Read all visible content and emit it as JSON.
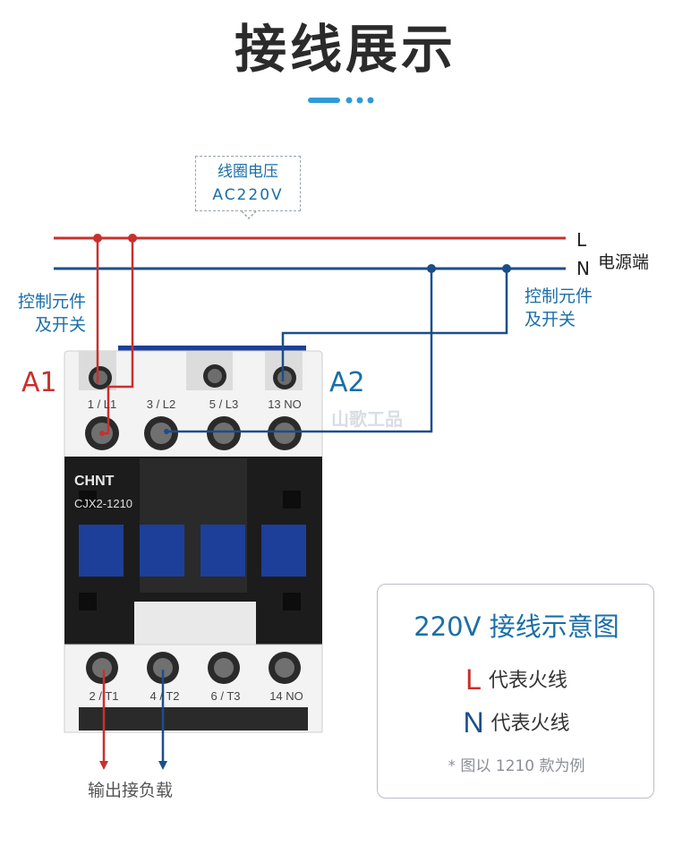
{
  "title": "接线展示",
  "coil_box": {
    "line1": "线圈电压",
    "line2": "AC220V"
  },
  "power": {
    "L": "L",
    "N": "N",
    "label": "电源端"
  },
  "control_left": {
    "line1": "控制元件",
    "line2": "及开关"
  },
  "control_right": {
    "line1": "控制元件",
    "line2": "及开关"
  },
  "coil_terminals": {
    "a1": "A1",
    "a2": "A2"
  },
  "top_terminals": [
    "1 / L1",
    "3 / L2",
    "5 / L3",
    "13 NO"
  ],
  "bottom_terminals": [
    "2 / T1",
    "4 / T2",
    "6 / T3",
    "14 NO"
  ],
  "contactor": {
    "brand": "CHNT",
    "model": "CJX2-1210"
  },
  "watermark": "山歌工品",
  "output_label": "输出接负载",
  "legend": {
    "title": "220V 接线示意图",
    "rows": [
      {
        "letter": "L",
        "text": "代表火线",
        "color": "#c9302c"
      },
      {
        "letter": "N",
        "text": "代表火线",
        "color": "#1a4f8a"
      }
    ],
    "note": "* 图以 1210 款为例"
  },
  "colors": {
    "live": "#c9302c",
    "neutral": "#1a4f8a",
    "accent": "#1a6ea8"
  }
}
